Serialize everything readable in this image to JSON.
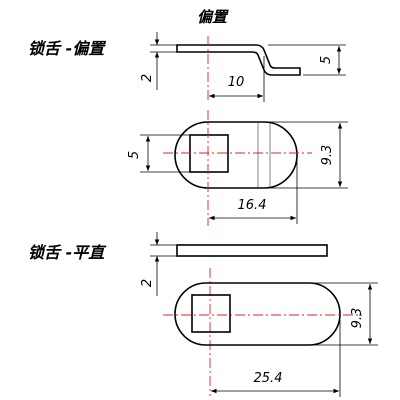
{
  "title": "偏置",
  "offset_label": "锁舌 -偏置",
  "straight_label": "锁舌 -平直",
  "dimensions": {
    "offset_profile_thickness": "2",
    "offset_profile_length": "10",
    "offset_height": "5",
    "offset_hole": "5",
    "offset_width": "9.3",
    "offset_length": "16.4",
    "straight_thickness": "2",
    "straight_width": "9.3",
    "straight_length": "25.4"
  },
  "colors": {
    "line": "#000000",
    "centerline": "#e02020",
    "background": "#ffffff"
  }
}
